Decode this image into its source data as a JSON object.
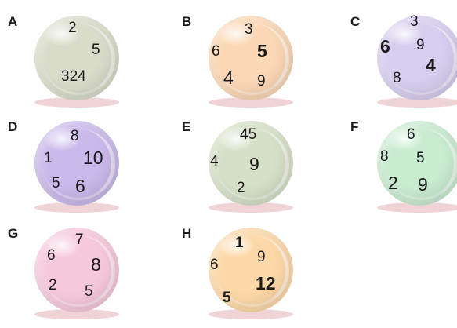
{
  "panels": [
    {
      "label": "A",
      "color": "#d9dcc9",
      "numbers": [
        {
          "text": "2"
        },
        {
          "text": "5"
        },
        {
          "text": "324"
        }
      ]
    },
    {
      "label": "B",
      "color": "#fbd7b5",
      "numbers": [
        {
          "text": "3"
        },
        {
          "text": "6"
        },
        {
          "text": "5",
          "bold": true,
          "big": true
        },
        {
          "text": "4",
          "big": true
        },
        {
          "text": "9"
        }
      ]
    },
    {
      "label": "C",
      "color": "#d7cdee",
      "numbers": [
        {
          "text": "3"
        },
        {
          "text": "6",
          "bold": true,
          "big": true
        },
        {
          "text": "9"
        },
        {
          "text": "4",
          "bold": true,
          "big": true
        },
        {
          "text": "8"
        }
      ]
    },
    {
      "label": "D",
      "color": "#c9b9ea",
      "numbers": [
        {
          "text": "8"
        },
        {
          "text": "1"
        },
        {
          "text": "10",
          "big": true
        },
        {
          "text": "5"
        },
        {
          "text": "6",
          "big": true
        }
      ]
    },
    {
      "label": "E",
      "color": "#d6e0c8",
      "numbers": [
        {
          "text": "45"
        },
        {
          "text": "4"
        },
        {
          "text": "9",
          "big": true
        },
        {
          "text": "2"
        }
      ]
    },
    {
      "label": "F",
      "color": "#c9ebd0",
      "numbers": [
        {
          "text": "6"
        },
        {
          "text": "8"
        },
        {
          "text": "5"
        },
        {
          "text": "2",
          "big": true
        },
        {
          "text": "9",
          "big": true
        }
      ]
    },
    {
      "label": "G",
      "color": "#f6c8dc",
      "numbers": [
        {
          "text": "7"
        },
        {
          "text": "6"
        },
        {
          "text": "8",
          "big": true
        },
        {
          "text": "2"
        },
        {
          "text": "5"
        }
      ]
    },
    {
      "label": "H",
      "color": "#fcd8a8",
      "numbers": [
        {
          "text": "1",
          "bold": true
        },
        {
          "text": "9"
        },
        {
          "text": "6"
        },
        {
          "text": "12",
          "bold": true,
          "big": true
        },
        {
          "text": "5",
          "bold": true
        }
      ]
    }
  ]
}
